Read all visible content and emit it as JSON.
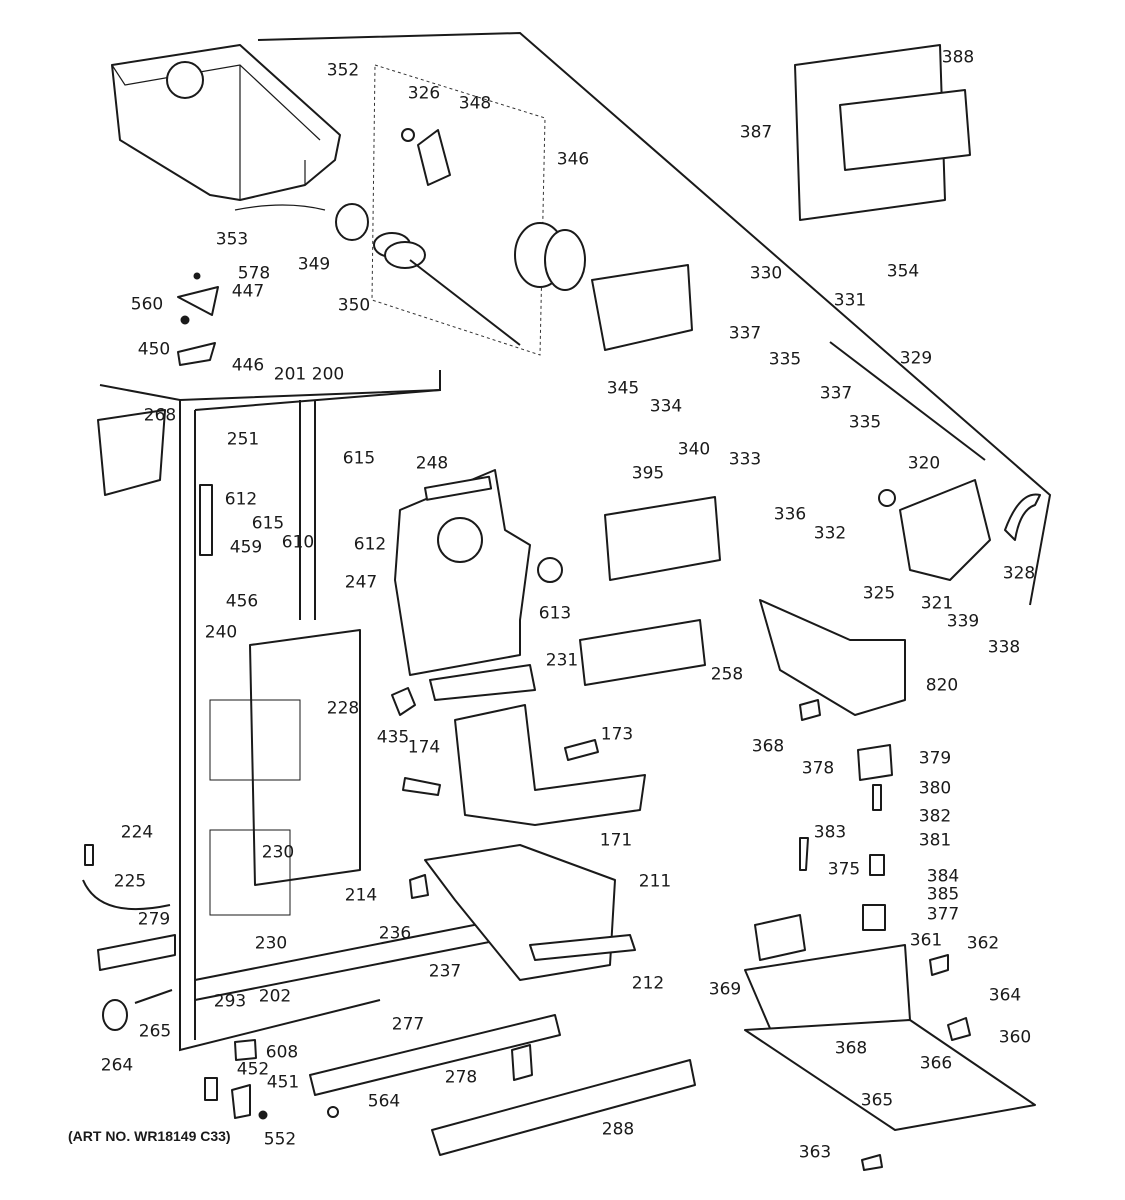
{
  "art_number": "(ART NO. WR18149 C33)",
  "parts": {
    "p352": "352",
    "p326": "326",
    "p348": "348",
    "p346": "346",
    "p353": "353",
    "p349": "349",
    "p350": "350",
    "p578": "578",
    "p447": "447",
    "p560": "560",
    "p450": "450",
    "p446": "446",
    "p201": "201",
    "p200": "200",
    "p268": "268",
    "p251": "251",
    "p612a": "612",
    "p615a": "615",
    "p615b": "615",
    "p610": "610",
    "p612b": "612",
    "p459": "459",
    "p456": "456",
    "p248": "248",
    "p247": "247",
    "p613": "613",
    "p240": "240",
    "p228": "228",
    "p231": "231",
    "p435": "435",
    "p174": "174",
    "p173": "173",
    "p171": "171",
    "p230a": "230",
    "p230b": "230",
    "p214": "214",
    "p224": "224",
    "p225": "225",
    "p279": "279",
    "p236": "236",
    "p237": "237",
    "p211": "211",
    "p212": "212",
    "p202": "202",
    "p293": "293",
    "p265": "265",
    "p264": "264",
    "p608": "608",
    "p452": "452",
    "p451": "451",
    "p552": "552",
    "p277": "277",
    "p278": "278",
    "p564": "564",
    "p288": "288",
    "p387": "387",
    "p388": "388",
    "p354": "354",
    "p330": "330",
    "p331": "331",
    "p329": "329",
    "p345": "345",
    "p334": "334",
    "p337a": "337",
    "p335a": "335",
    "p340": "340",
    "p333": "333",
    "p337b": "337",
    "p335b": "335",
    "p336": "336",
    "p332": "332",
    "p320": "320",
    "p328": "328",
    "p325": "325",
    "p321": "321",
    "p339": "339",
    "p338": "338",
    "p395": "395",
    "p258": "258",
    "p820": "820",
    "p368a": "368",
    "p378": "378",
    "p379": "379",
    "p380": "380",
    "p382": "382",
    "p381": "381",
    "p383": "383",
    "p375": "375",
    "p384": "384",
    "p385": "385",
    "p377": "377",
    "p361": "361",
    "p362": "362",
    "p369": "369",
    "p364": "364",
    "p360": "360",
    "p368b": "368",
    "p366": "366",
    "p365": "365",
    "p363": "363"
  }
}
